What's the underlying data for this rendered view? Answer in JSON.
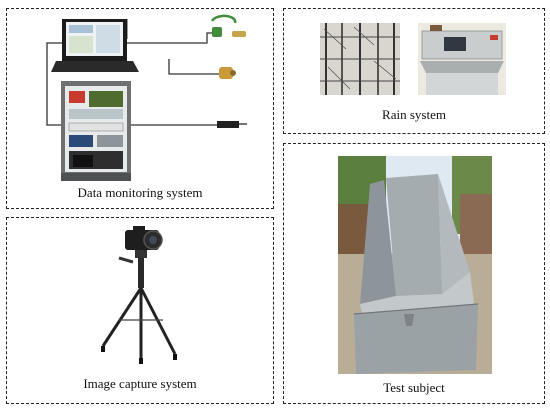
{
  "panels": {
    "data_monitoring": {
      "caption": "Data monitoring system"
    },
    "rain": {
      "caption": "Rain system"
    },
    "image_capture": {
      "caption": "Image capture system"
    },
    "test_subject": {
      "caption": "Test subject"
    }
  },
  "colors": {
    "border": "#222222",
    "sensor_green": "#3f8f3a",
    "sensor_gold": "#c89a3a",
    "cabinet_gray": "#6d6f70",
    "steel_gray": "#9aa2a6",
    "sky": "#dfe9f2",
    "foliage": "#5a7f3f"
  },
  "icons": {
    "laptop": "laptop-icon",
    "sensor": "sensor-icon",
    "cabinet": "control-cabinet-icon",
    "camera": "camera-icon",
    "tripod": "tripod-icon",
    "rain_frame": "rain-frame-icon",
    "rain_console": "rain-console-icon",
    "flume": "flume-tank-icon"
  }
}
